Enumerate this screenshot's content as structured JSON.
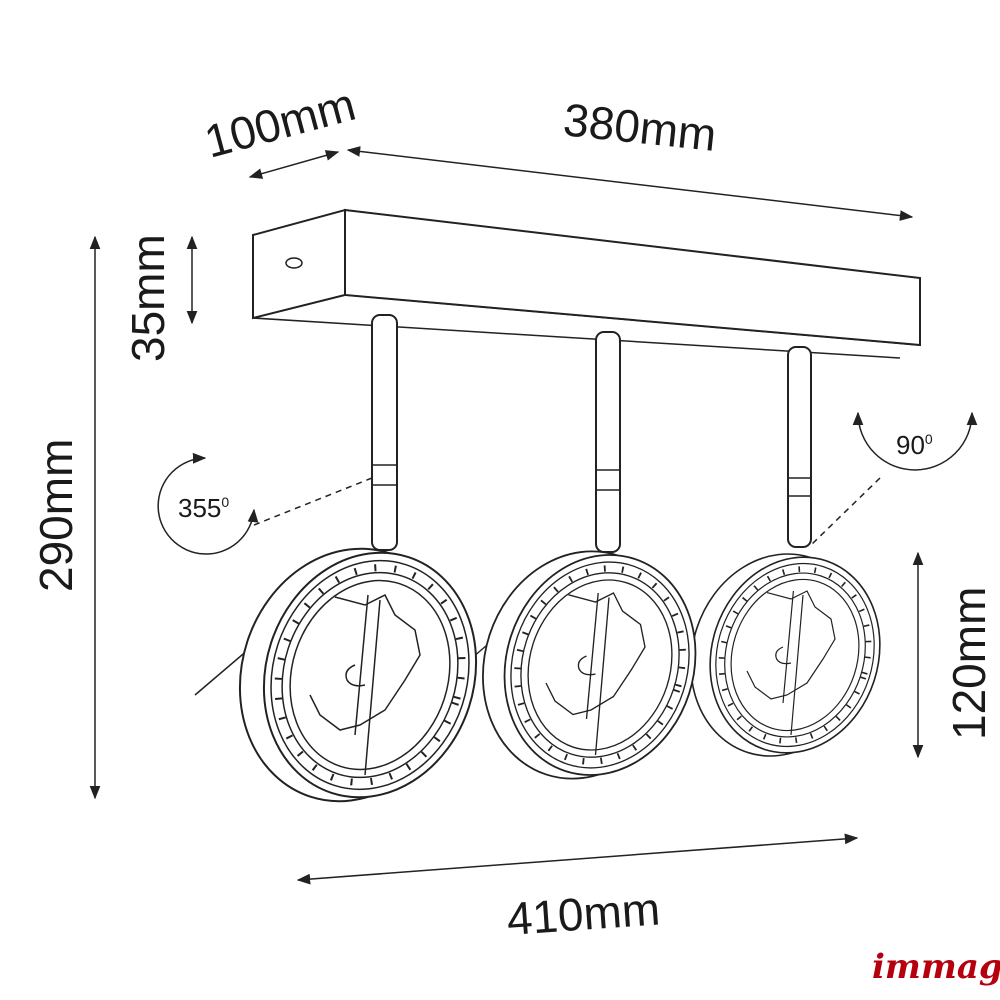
{
  "dimensions": {
    "depth": "100mm",
    "length": "380mm",
    "base_height": "35mm",
    "total_height": "290mm",
    "head_diameter": "120mm",
    "total_width": "410mm"
  },
  "angles": {
    "rotation": "355",
    "rotation_unit": "0",
    "tilt": "90",
    "tilt_unit": "0"
  },
  "brand": {
    "logo": "immag",
    "color": "#b5000e"
  }
}
